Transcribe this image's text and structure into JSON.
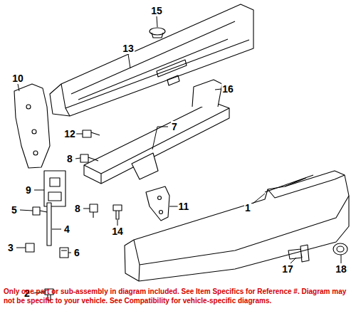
{
  "diagram": {
    "caption": "Only one part or sub-assembly in diagram included. See Item Specifics for Reference #. Diagram may not be specific to your vehicle. See Compatibility for vehicle-specific diagrams.",
    "labels": [
      "15",
      "13",
      "10",
      "16",
      "7",
      "12",
      "8",
      "9",
      "5",
      "4",
      "3",
      "6",
      "2",
      "8",
      "14",
      "11",
      "1",
      "17",
      "18"
    ]
  }
}
